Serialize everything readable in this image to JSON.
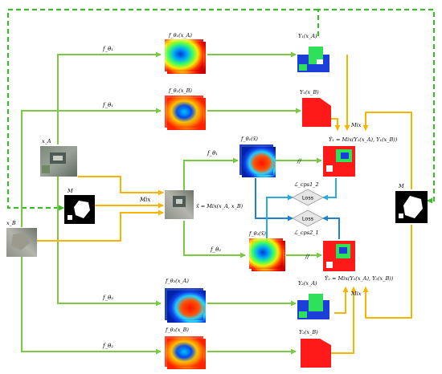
{
  "labels": {
    "x_a": "x_A",
    "x_b": "x_B",
    "m_left": "M",
    "m_right": "M",
    "mix_input": "Mix",
    "mix_top": "Mix",
    "mix_bottom": "Mix",
    "x_tilde_eq": "x̃ = Mix(x_A, x_B)",
    "f1": "f_θ₁",
    "f2": "f_θ₂",
    "f1_xa": "f_θ₁(x_A)",
    "f1_xb": "f_θ₁(x_B)",
    "f1_xt": "f_θ₁(x̃)",
    "f2_xt": "f_θ₂(x̃)",
    "f2_xa": "f_θ₂(x_A)",
    "f2_xb": "f_θ₂(x_B)",
    "y1_xa": "Y₁(x_A)",
    "y1_xb": "Y₁(x_B)",
    "y2_xa": "Y₂(x_A)",
    "y2_xb": "Y₂(x_B)",
    "y1_tilde_eq": "Ỹ₁ = Mix(Y₁(x_A), Y₁(x_B))",
    "y2_tilde_eq": "Ỹ₂ = Mix(Y₂(x_A), Y₂(x_B))",
    "loss_1": "Loss",
    "loss_2": "Loss",
    "cps1_2": "ℒ_cps1_2",
    "cps2_1": "ℒ_cps2_1",
    "stop_grad": "//"
  },
  "colors": {
    "model_path": "#7ac943",
    "mix_path": "#f7b500",
    "loss_path": "#1f7fd1",
    "loss_path_light": "#29abe2",
    "feedback_path": "#3dba2c",
    "mask_red": "#ff1a1a",
    "sat_blue": "#1b3fd8",
    "sat_green": "#2ee05a"
  }
}
